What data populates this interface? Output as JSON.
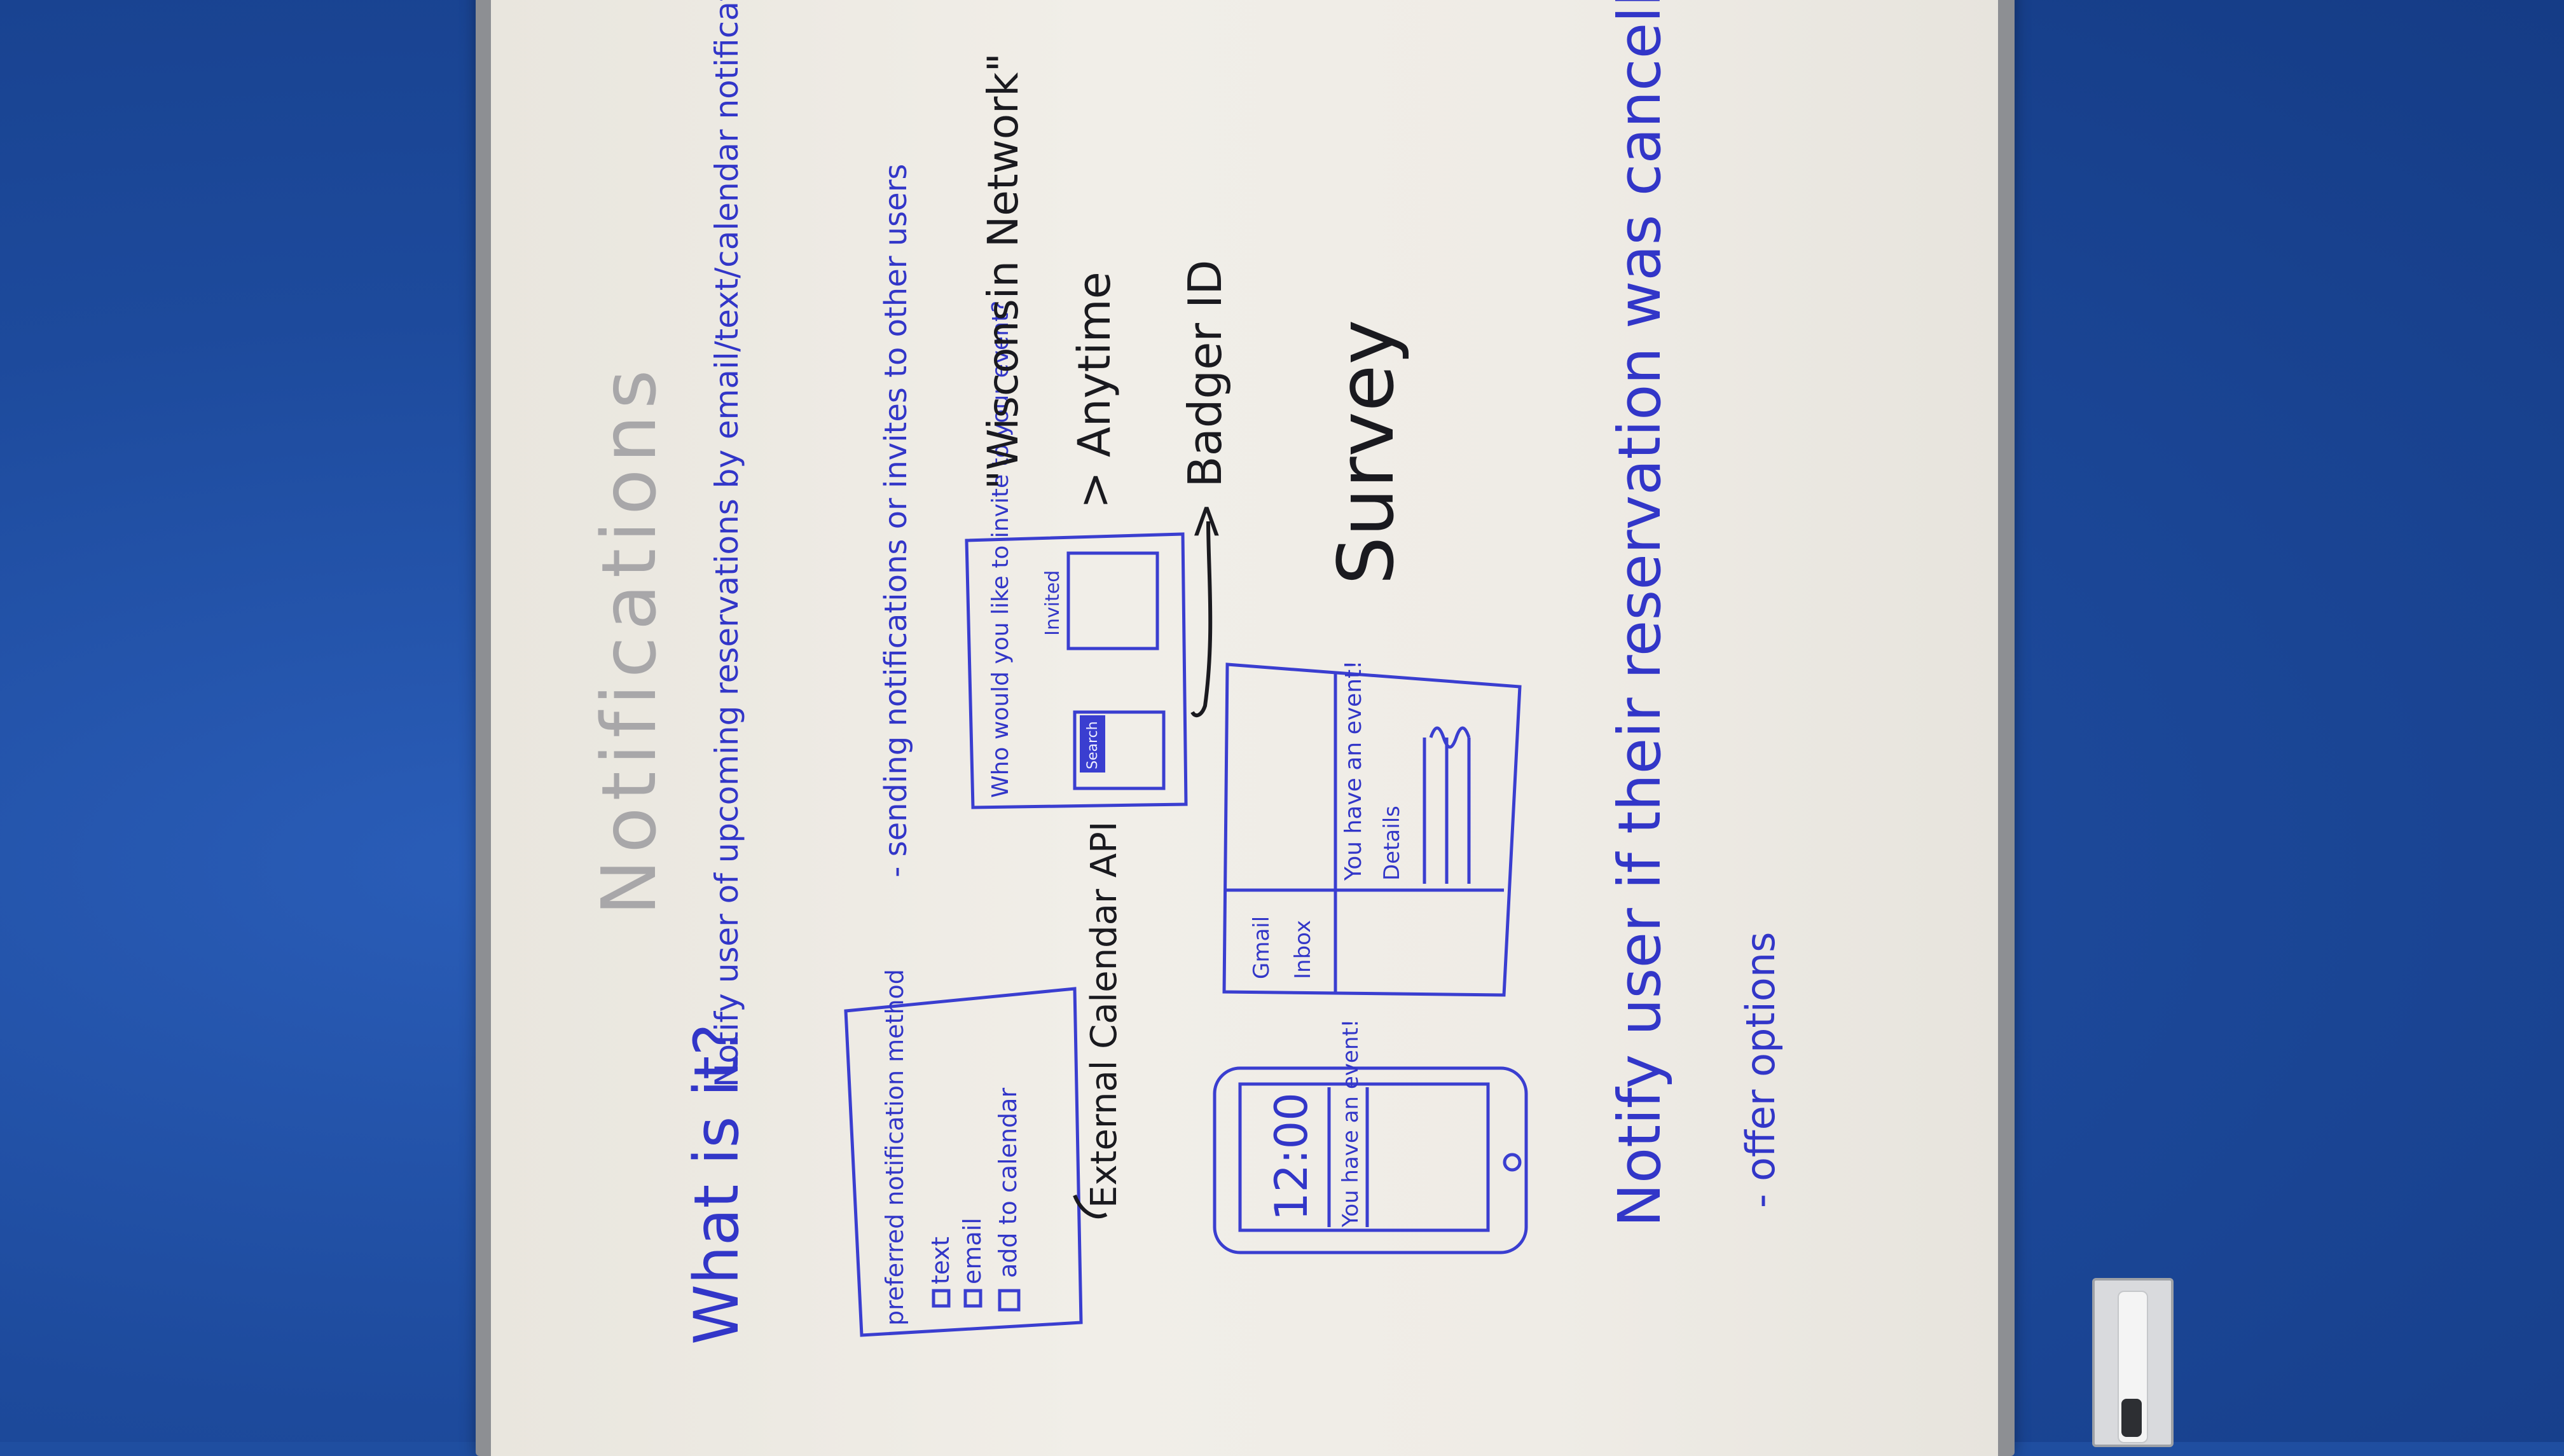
{
  "title": "Notifications",
  "what_is_it": "What is it?",
  "notify_upcoming": "Notify user of upcoming reservations by email/text/calendar notification",
  "sending_invites": "- sending notifications or invites to other users",
  "pref_box": {
    "title": "preferred notification method",
    "options": [
      "text",
      "email",
      "add to calendar"
    ]
  },
  "external_api": "External Calendar API",
  "phone_box": {
    "time": "12:00",
    "message": "You have an event!"
  },
  "invite_box": {
    "question": "Who would you like to invite to your event?",
    "invited_label": "Invited",
    "search_label": "Search"
  },
  "email_box": {
    "email_label": "Gmail",
    "inbox_label": "Inbox",
    "message": "You have an event!",
    "details_label": "Details"
  },
  "network_note": "\"Wisconsin Network\"",
  "anytime": "> Anytime",
  "badger_id": "> Badger ID",
  "survey": "Survey",
  "notify_cancel": "Notify user if their reservation was cancelled",
  "offer_options": "- offer options"
}
